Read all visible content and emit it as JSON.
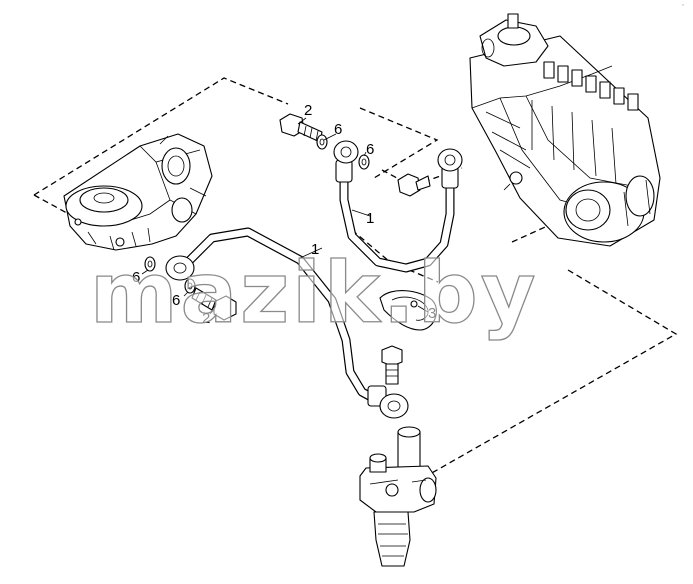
{
  "callouts": {
    "c1a": "1",
    "c1b": "1",
    "c2a": "2",
    "c2b": "2",
    "c3": "3",
    "c6a": "6",
    "c6b": "6",
    "c6c": "6",
    "c6d": "6"
  },
  "watermark": {
    "text": "mazik.by"
  },
  "corner_mark": "°"
}
